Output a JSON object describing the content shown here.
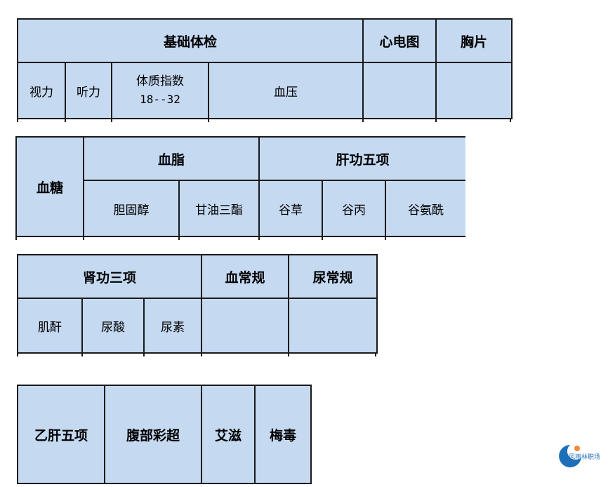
{
  "table1": {
    "basic_exam": "基础体检",
    "ecg": "心电图",
    "chest_film": "胸片",
    "vision": "视力",
    "hearing": "听力",
    "bmi_label": "体质指数",
    "bmi_range": "18--32",
    "blood_pressure": "血压"
  },
  "table2": {
    "blood_sugar": "血糖",
    "blood_lipid": "血脂",
    "liver_function": "肝功五项",
    "cholesterol": "胆固醇",
    "triglyceride": "甘油三酯",
    "ast": "谷草",
    "alt": "谷丙",
    "ggt": "谷氨酰"
  },
  "table3": {
    "kidney_function": "肾功三项",
    "blood_routine": "血常规",
    "urine_routine": "尿常规",
    "creatinine": "肌酐",
    "uric_acid": "尿酸",
    "urea": "尿素"
  },
  "table4": {
    "hepatitis_b": "乙肝五项",
    "abdominal_ultrasound": "腹部彩超",
    "aids": "艾滋",
    "syphilis": "梅毒"
  },
  "logo": {
    "text": "风雨林职场"
  }
}
